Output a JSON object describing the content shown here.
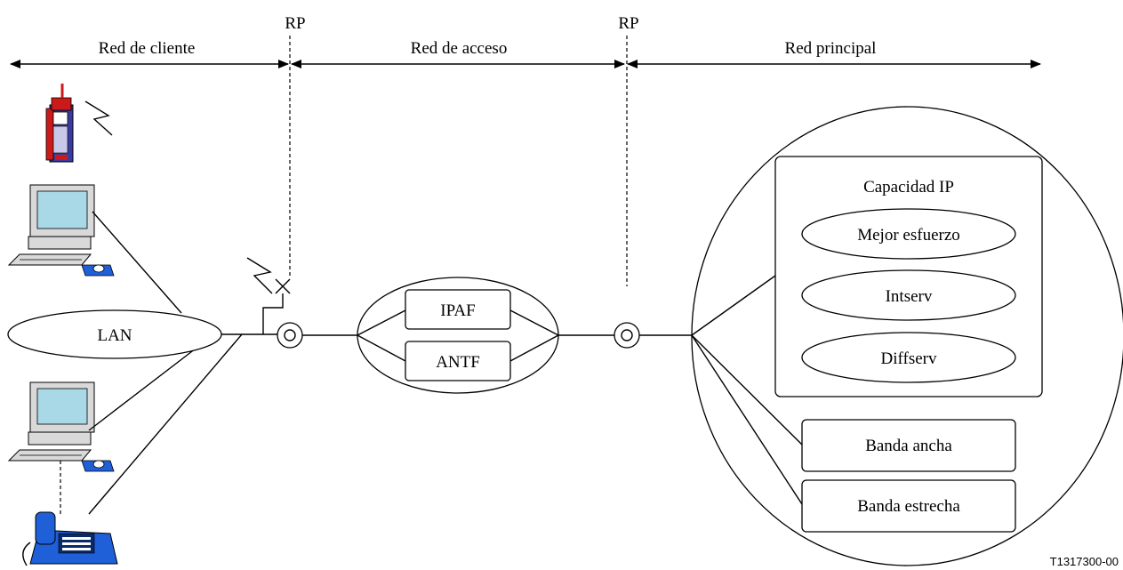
{
  "ref_point_label": "RP",
  "segments": {
    "customer": "Red de cliente",
    "access": "Red de acceso",
    "core": "Red principal"
  },
  "customer_network": {
    "lan": "LAN"
  },
  "access_network": {
    "ipaf": "IPAF",
    "antf": "ANTF"
  },
  "core_network": {
    "ip_capability": "Capacidad IP",
    "services": [
      "Mejor esfuerzo",
      "Intserv",
      "Diffserv"
    ],
    "broadband": "Banda ancha",
    "narrowband": "Banda estrecha"
  },
  "figure_id": "T1317300-00",
  "colors": {
    "line": "#000000",
    "monitor_screen": "#a9d9e6",
    "computer_body": "#d9d9d9",
    "mouse_pad": "#1f5fd8",
    "phone_body": "#1f5fd8",
    "mobile_red": "#cc1a1a",
    "mobile_blue": "#3a3aa0"
  }
}
